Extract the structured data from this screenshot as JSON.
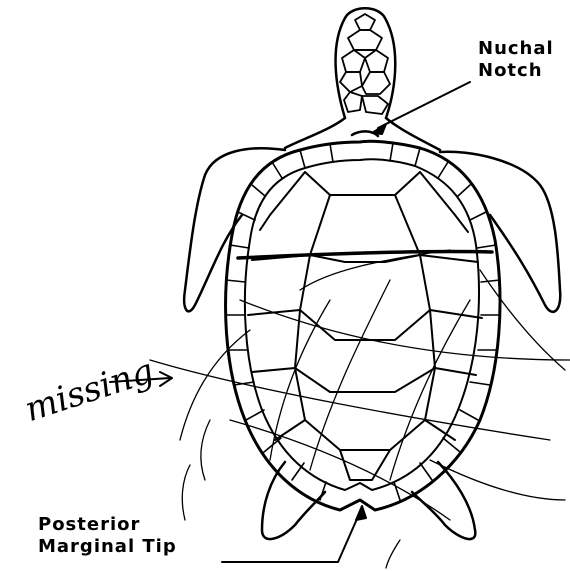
{
  "labels": {
    "nuchal_line1": "Nuchal",
    "nuchal_line2": "Notch",
    "posterior_line1": "Posterior",
    "posterior_line2": "Marginal Tip",
    "handwritten": "missing"
  },
  "colors": {
    "ink": "#000000",
    "paper": "#ffffff"
  }
}
